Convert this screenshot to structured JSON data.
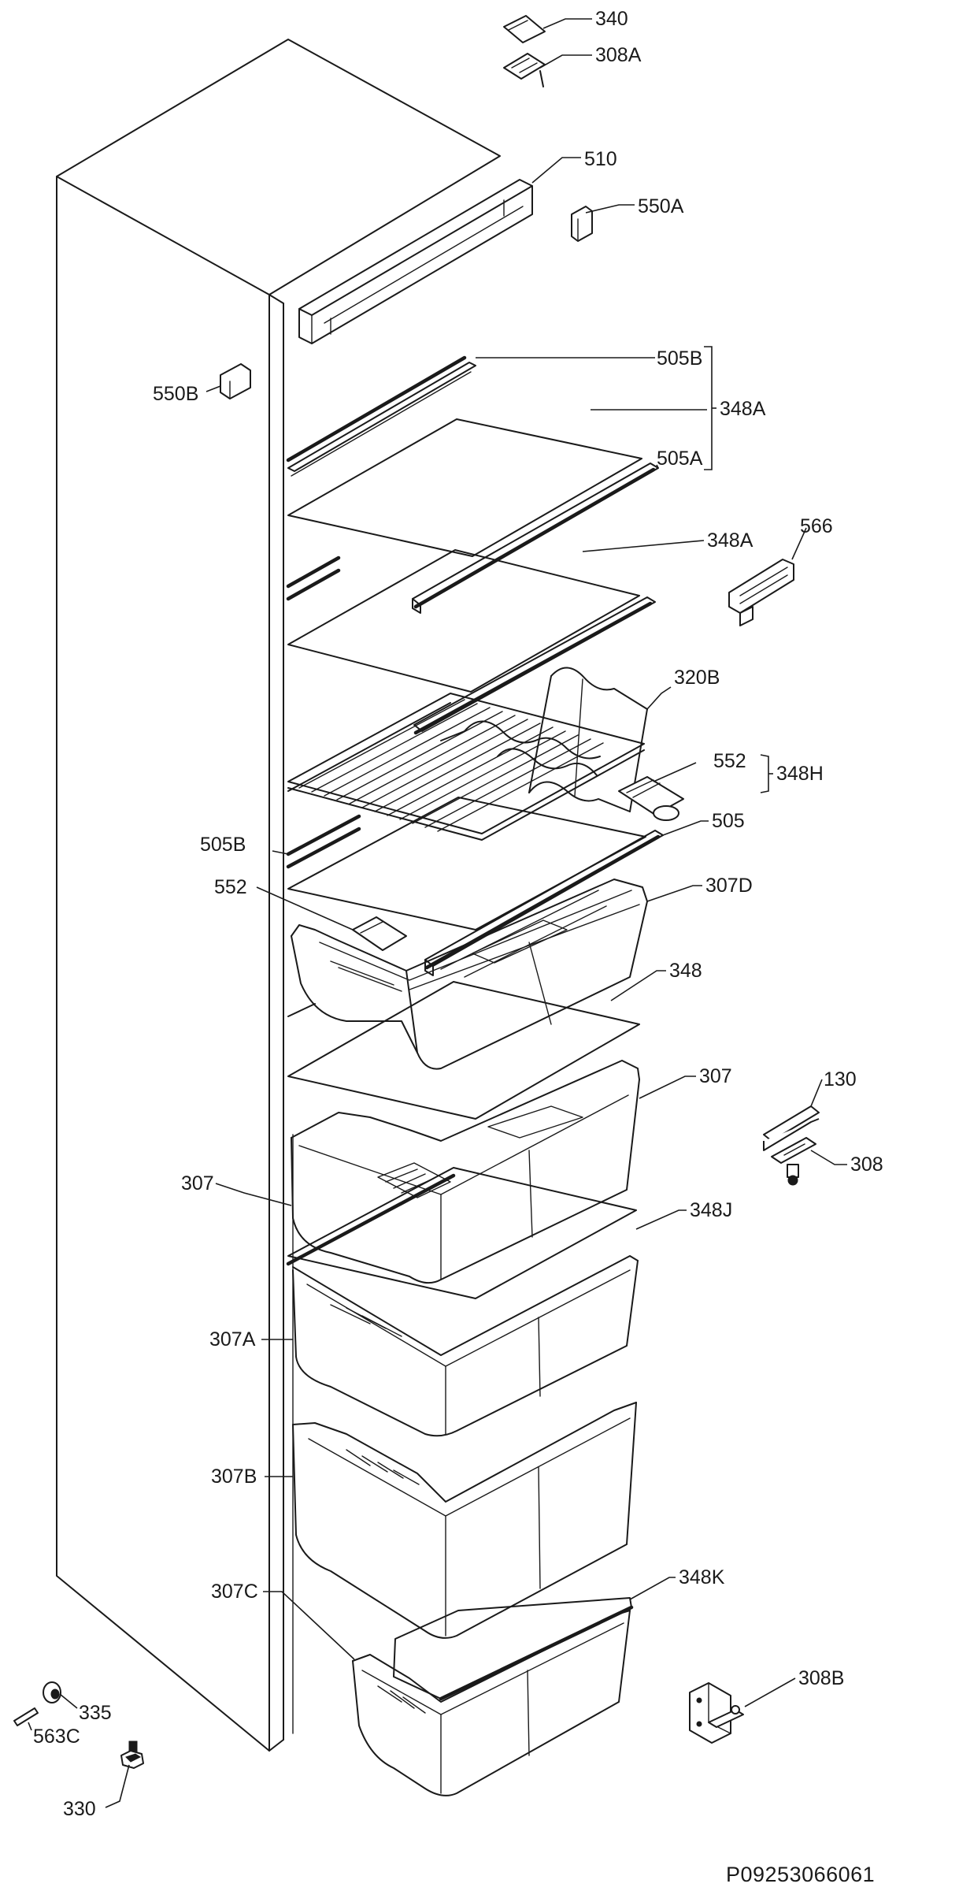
{
  "document_code": "P09253066061",
  "callouts": {
    "c340": "340",
    "c308a": "308A",
    "c510": "510",
    "c550a": "550A",
    "c550b": "550B",
    "c505b_top": "505B",
    "c348a_group": "348A",
    "c505a": "505A",
    "c348a": "348A",
    "c566": "566",
    "c320b": "320B",
    "c552_top": "552",
    "c348h": "348H",
    "c505b_mid": "505B",
    "c505": "505",
    "c552_mid": "552",
    "c307d": "307D",
    "c348": "348",
    "c307_right": "307",
    "c130": "130",
    "c308": "308",
    "c307_left": "307",
    "c348j": "348J",
    "c307a": "307A",
    "c307b": "307B",
    "c307c": "307C",
    "c348k": "348K",
    "c335": "335",
    "c563c": "563C",
    "c308b": "308B",
    "c330": "330"
  }
}
